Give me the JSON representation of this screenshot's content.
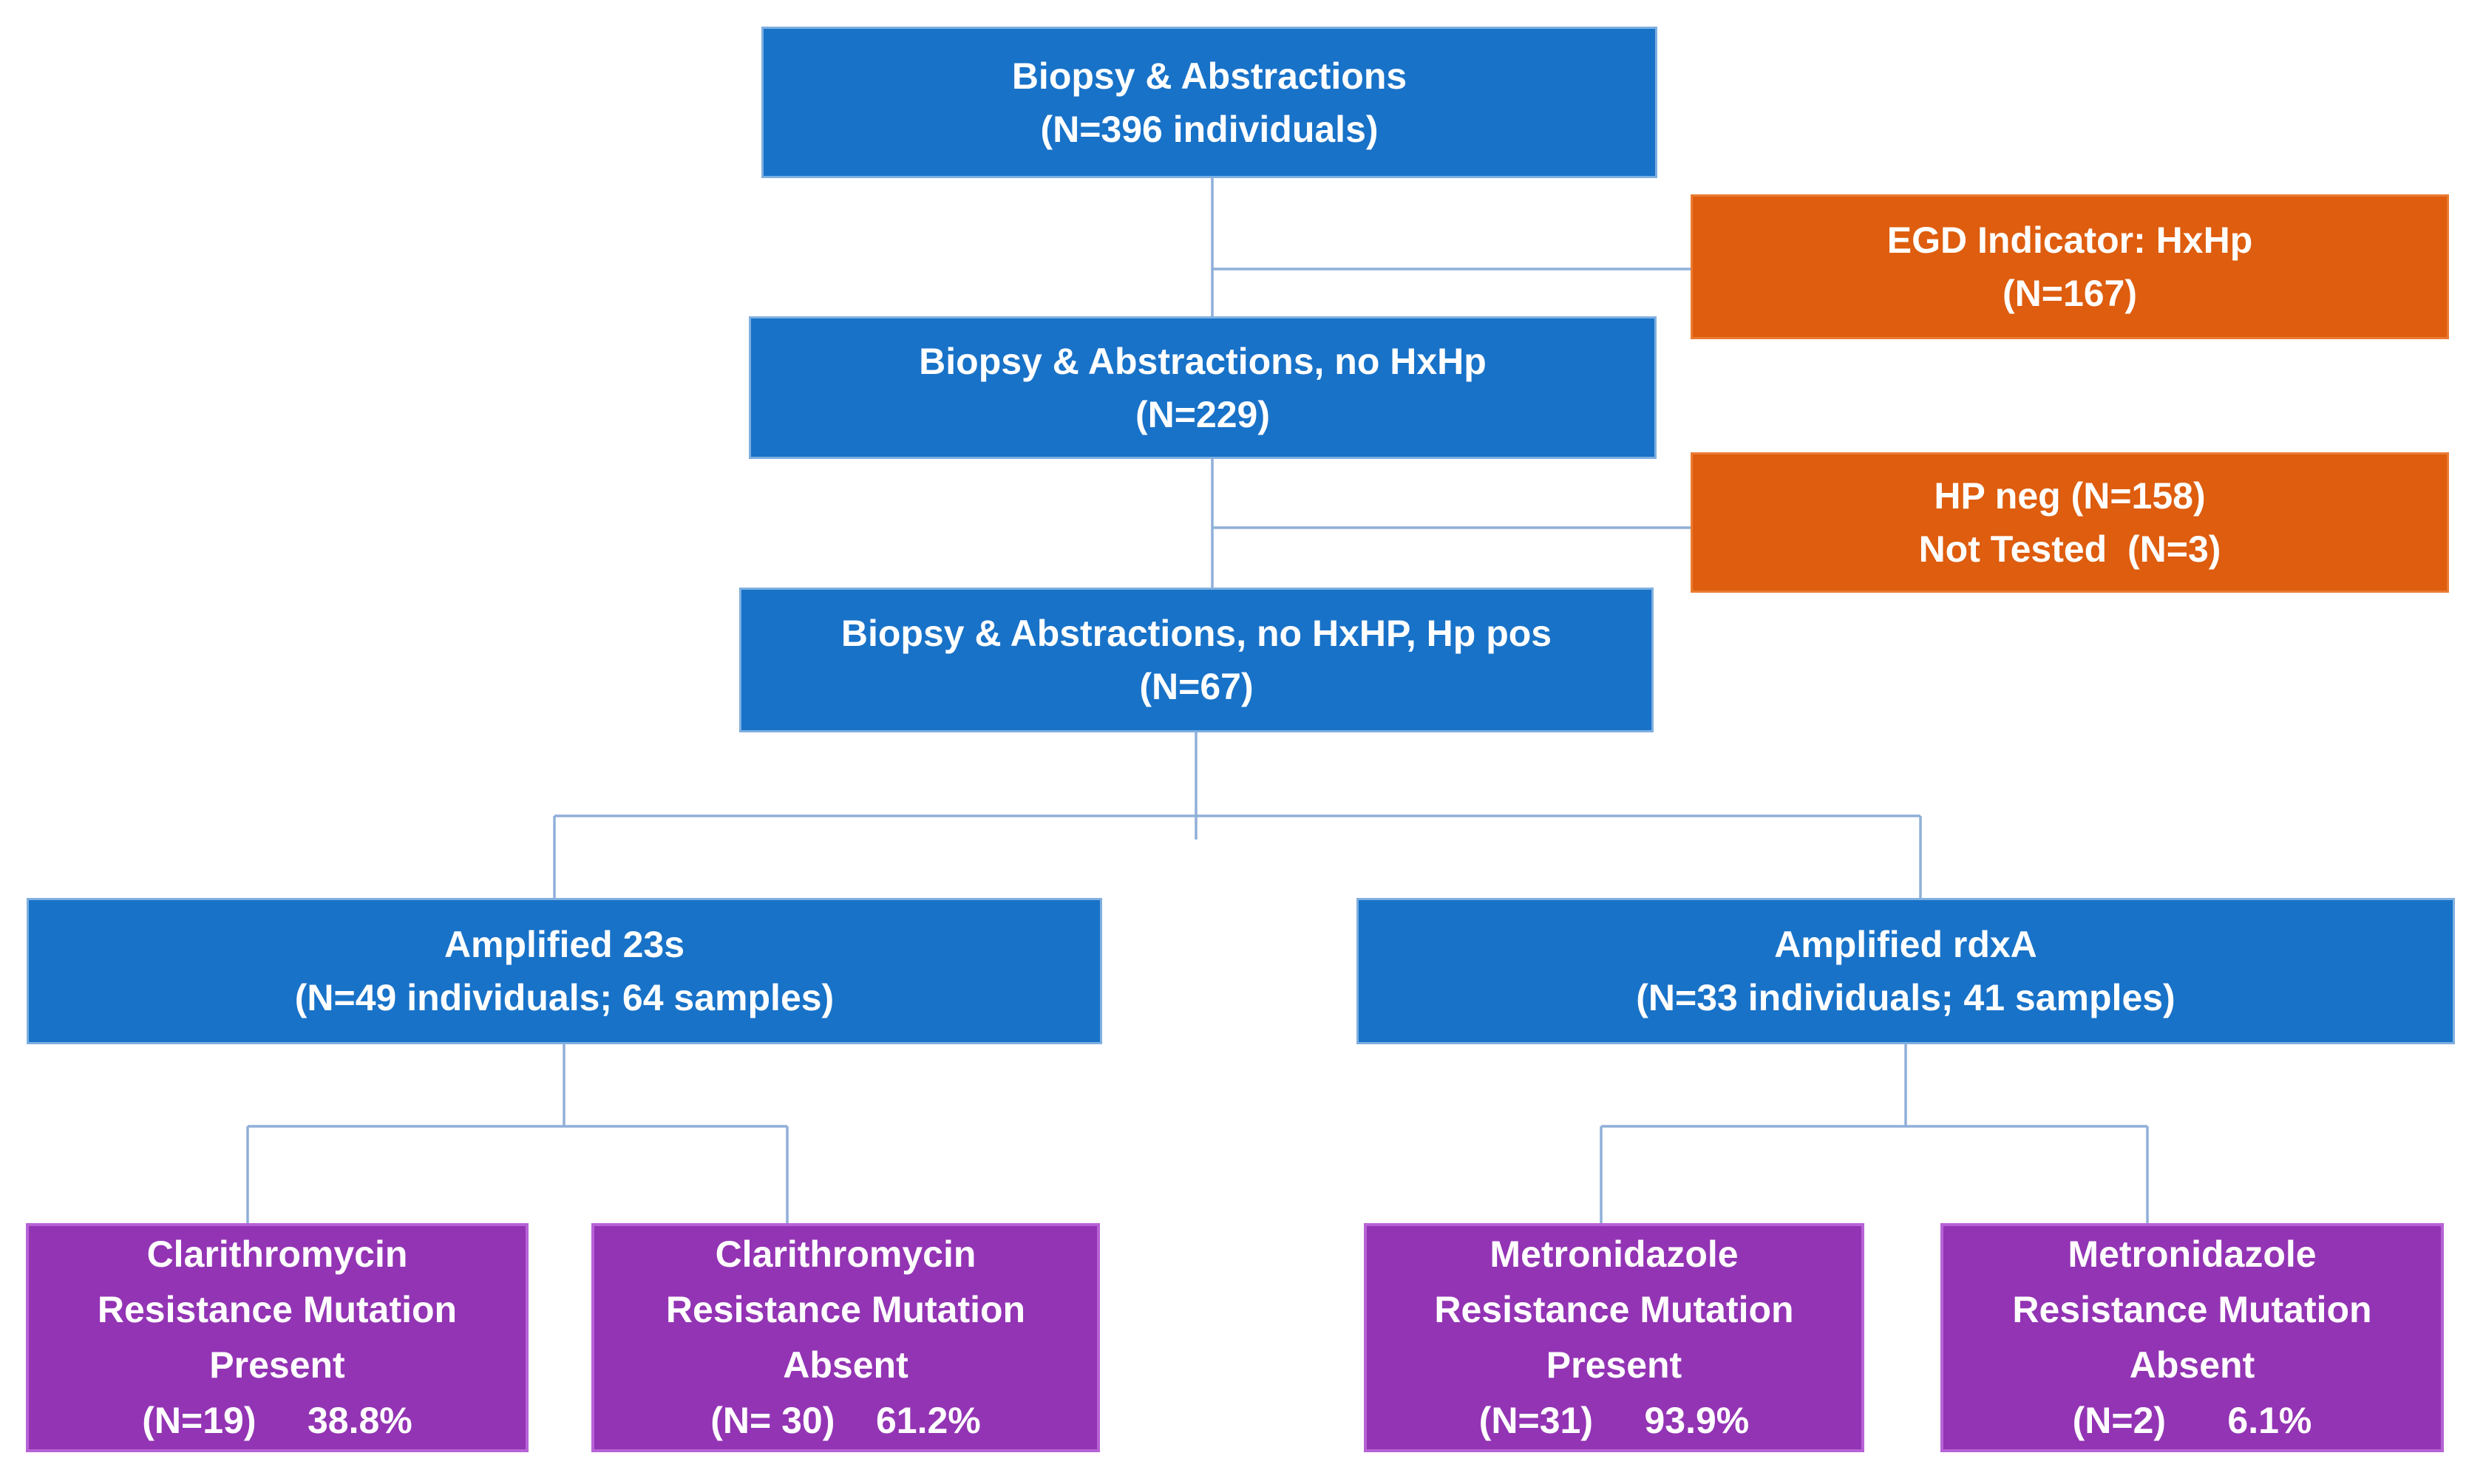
{
  "colors": {
    "blue": "#1872C8",
    "blue_border": "#7FAFE0",
    "orange": "#DE5D0E",
    "orange_border": "#EA7B33",
    "purple": "#9334B4",
    "purple_border": "#B763D6",
    "connector_line": "#8FAFD9",
    "text": "#FFFFFF",
    "background": "#FFFFFF"
  },
  "nodes": [
    {
      "id": "biopsy-all",
      "color": "blue",
      "lines": [
        "Biopsy & Abstractions",
        "(N=396 individuals)"
      ]
    },
    {
      "id": "egd-hxhp",
      "color": "orange",
      "lines": [
        "EGD Indicator: HxHp",
        "(N=167)"
      ]
    },
    {
      "id": "biopsy-no-hxhp",
      "color": "blue",
      "lines": [
        "Biopsy & Abstractions, no HxHp",
        "(N=229)"
      ]
    },
    {
      "id": "hp-neg",
      "color": "orange",
      "lines": [
        "HP neg (N=158)",
        "Not Tested  (N=3)"
      ]
    },
    {
      "id": "biopsy-hp-pos",
      "color": "blue",
      "lines": [
        "Biopsy & Abstractions, no HxHP, Hp pos",
        "(N=67)"
      ]
    },
    {
      "id": "amp-23s",
      "color": "blue",
      "lines": [
        "Amplified 23s",
        "(N=49 individuals; 64 samples)"
      ]
    },
    {
      "id": "amp-rdxa",
      "color": "blue",
      "lines": [
        "Amplified rdxA",
        "(N=33 individuals; 41 samples)"
      ]
    },
    {
      "id": "clari-present",
      "color": "purple",
      "lines": [
        "Clarithromycin",
        "Resistance Mutation",
        "Present",
        "(N=19)     38.8%"
      ]
    },
    {
      "id": "clari-absent",
      "color": "purple",
      "lines": [
        "Clarithromycin",
        "Resistance Mutation",
        "Absent",
        "(N= 30)    61.2%"
      ]
    },
    {
      "id": "metro-present",
      "color": "purple",
      "lines": [
        "Metronidazole",
        "Resistance Mutation",
        "Present",
        "(N=31)     93.9%"
      ]
    },
    {
      "id": "metro-absent",
      "color": "purple",
      "lines": [
        "Metronidazole",
        "Resistance Mutation",
        "Absent",
        "(N=2)      6.1%"
      ]
    }
  ]
}
